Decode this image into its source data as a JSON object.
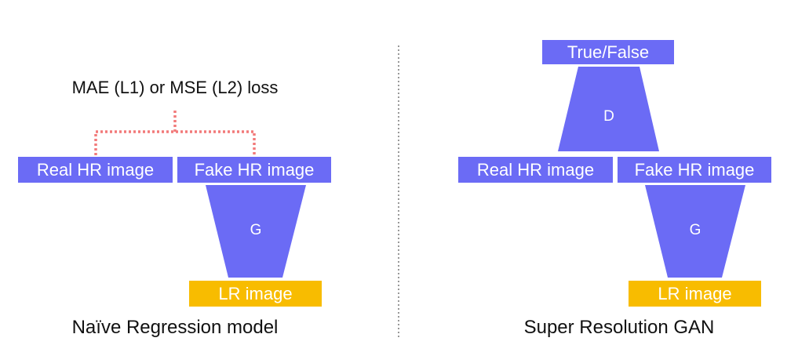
{
  "colors": {
    "block": "#6b6bf5",
    "input": "#f8bc00",
    "loss_bracket": "#f27a7a",
    "divider": "#555555"
  },
  "left_panel": {
    "loss_label": "MAE (L1) or MSE (L2) loss",
    "real_hr": "Real HR image",
    "fake_hr": "Fake HR image",
    "generator": "G",
    "lr_image": "LR image",
    "caption": "Naïve Regression model"
  },
  "right_panel": {
    "output": "True/False",
    "discriminator": "D",
    "real_hr": "Real HR image",
    "fake_hr": "Fake HR image",
    "generator": "G",
    "lr_image": "LR image",
    "caption": "Super Resolution GAN"
  }
}
